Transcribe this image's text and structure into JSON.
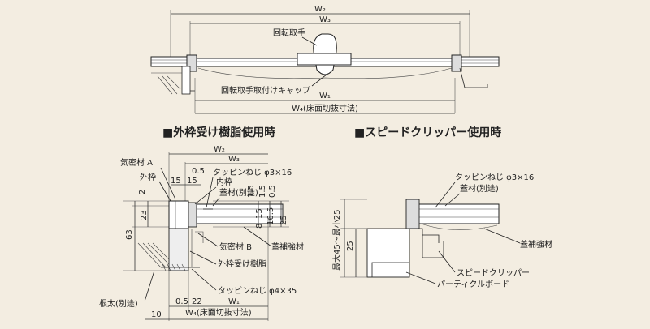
{
  "top": {
    "w2": "W₂",
    "w3": "W₃",
    "w1": "W₁",
    "w4": "W₄(床面切抜寸法)",
    "handle": "回転取手",
    "handle_cap": "回転取手取付けキャップ"
  },
  "left": {
    "heading": "■外枠受け樹脂使用時",
    "w2": "W₂",
    "w3": "W₃",
    "w1": "W₁",
    "w4": "W₄(床面切抜寸法)",
    "airtight_a": "気密材 A",
    "outer_frame": "外枠",
    "inner_frame": "内枠",
    "tapping_small": "タッピンねじ φ3×16",
    "lid_material": "蓋材(別途)",
    "airtight_b": "気密材 B",
    "lid_reinforce": "蓋補強材",
    "outer_frame_resin": "外枠受け樹脂",
    "tapping_large": "タッピンねじ φ4×35",
    "joist": "根太(別途)",
    "d05_top": "0.5",
    "d15a": "15",
    "d15b": "15",
    "d2": "2",
    "d23": "23",
    "d63": "63",
    "d05_bot": "0.5",
    "d22": "22",
    "d10": "10",
    "v05": "0.5",
    "v15a": "1.5",
    "v15b": "1.5",
    "v15c": "15",
    "v8": "8",
    "v165": "16.5",
    "v25": "25"
  },
  "right": {
    "heading": "■スピードクリッパー使用時",
    "tapping_small": "タッピンねじ φ3×16",
    "lid_material": "蓋材(別途)",
    "lid_reinforce": "蓋補強材",
    "speed_clipper": "スピードクリッパー",
    "particle_board": "パーティクルボード",
    "range": "最大45～最小25",
    "d25": "25"
  }
}
